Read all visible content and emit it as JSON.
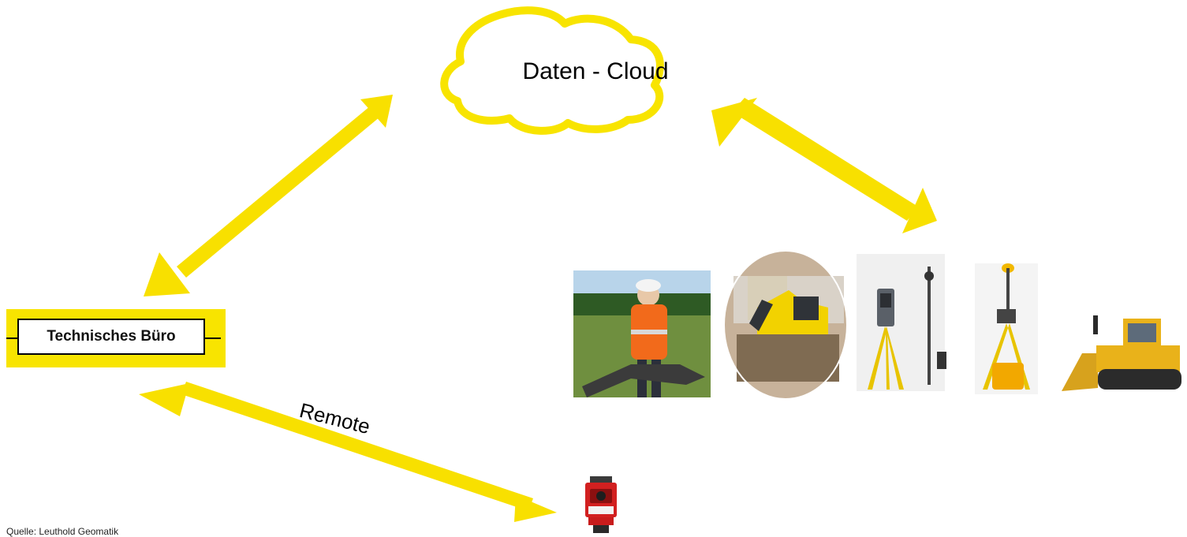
{
  "cloud": {
    "label": "Daten - Cloud"
  },
  "office": {
    "label": "Technisches Büro"
  },
  "remote": {
    "label": "Remote"
  },
  "source": {
    "label": "Quelle: Leuthold Geomatik"
  },
  "equipment": {
    "items": [
      "surveyor-with-drone-photo",
      "excavator-photo",
      "total-station-photo",
      "gnss-rover-photo",
      "bulldozer-photo"
    ]
  },
  "remote_device": {
    "icon": "red-total-station-icon"
  },
  "colors": {
    "arrow": "#f8e000",
    "cloud_outline": "#f8e400",
    "office_frame": "#f8e400",
    "device_red": "#d22020"
  }
}
